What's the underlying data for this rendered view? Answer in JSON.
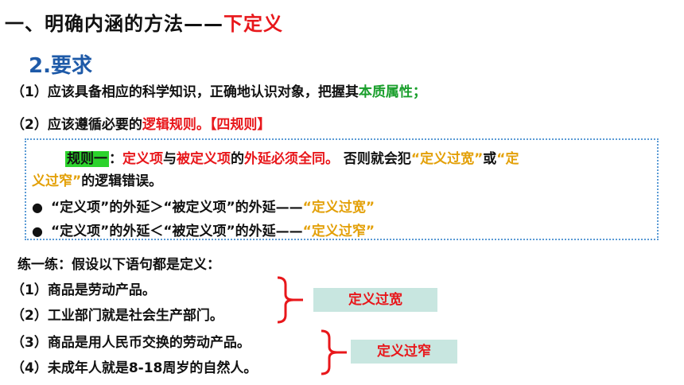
{
  "heading": {
    "prefix": "一、明确内涵的方法——",
    "highlight": "下定义"
  },
  "section": {
    "title": "2.要求"
  },
  "requirements": [
    {
      "text": "（1）应该具备相应的科学知识，正确地认识对象，把握其",
      "highlight": "本质属性；"
    },
    {
      "text": "（2）应该遵循必要的",
      "highlight": "逻辑规则。【四规则】"
    }
  ],
  "rule1": {
    "label": "规则一",
    "colon": "：",
    "term1": "定义项",
    "and": "与",
    "term2": "被定义项",
    "de": "的",
    "main": "外延必须全同。",
    "otherwise": " 否则就会犯",
    "err_wide": "“定义过宽”",
    "or": "或",
    "err_narrow_a": "“定",
    "err_narrow_b": "义过窄”",
    "tail": "的逻辑错误。",
    "bullets": [
      {
        "text": "“定义项”的外延＞“被定义项”的外延——",
        "result": "“定义过宽”"
      },
      {
        "text": "“定义项”的外延＜“被定义项”的外延——",
        "result": "“定义过窄”"
      }
    ]
  },
  "practice": {
    "intro": "练一练：假设以下语句都是定义：",
    "items": [
      "（1）商品是劳动产品。",
      "（2）工业部门就是社会生产部门。",
      "（3）商品是用人民币交换的劳动产品。",
      "（4）未成年人就是8-18周岁的自然人。"
    ],
    "tag_wide": "定义过宽",
    "tag_narrow": "定义过窄"
  },
  "colors": {
    "red": "#e8171b",
    "green": "#1a9f2c",
    "gold": "#e3a008",
    "blue": "#1e5aa8",
    "tag_bg": "#c8e6e0",
    "box_border": "#5b9bd5"
  }
}
